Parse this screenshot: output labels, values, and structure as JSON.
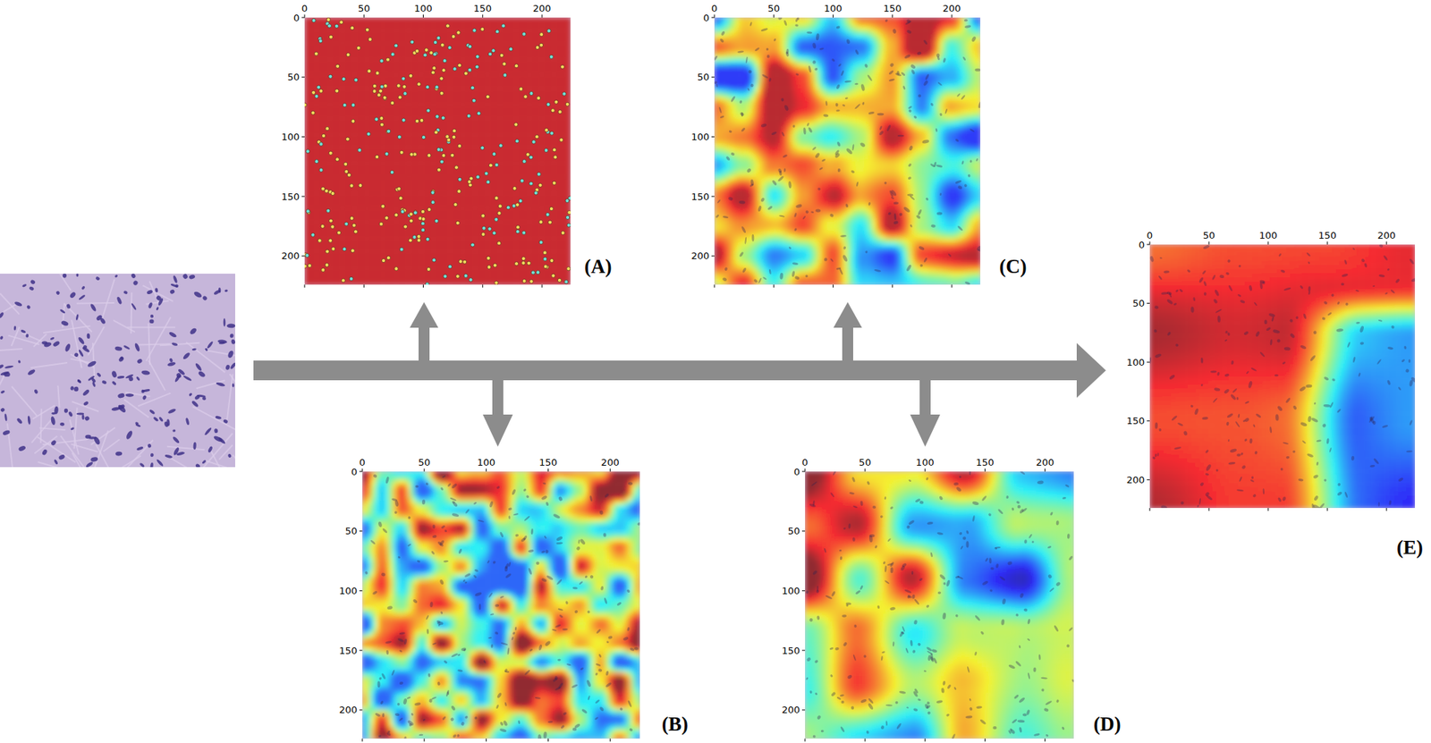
{
  "diagram": {
    "nodes": [
      {
        "text": [
          "(A)"
        ]
      },
      {
        "text": [
          "(B)"
        ]
      },
      {
        "text": [
          "(C)"
        ]
      },
      {
        "text": [
          "(D)"
        ]
      },
      {
        "text": [
          "(E)"
        ]
      }
    ],
    "labels": [
      "0",
      "50",
      "100",
      "150",
      "200",
      "0",
      "50",
      "100",
      "150",
      "200",
      "0",
      "50",
      "100",
      "150",
      "200",
      "0",
      "50",
      "100",
      "150",
      "200",
      "0",
      "50",
      "100",
      "150",
      "200",
      "0",
      "50",
      "100",
      "150",
      "200",
      "0",
      "50",
      "100",
      "150",
      "200",
      "0",
      "50",
      "100",
      "150",
      "200",
      "0",
      "50",
      "100",
      "150",
      "200",
      "0",
      "50",
      "100",
      "150",
      "200"
    ]
  }
}
